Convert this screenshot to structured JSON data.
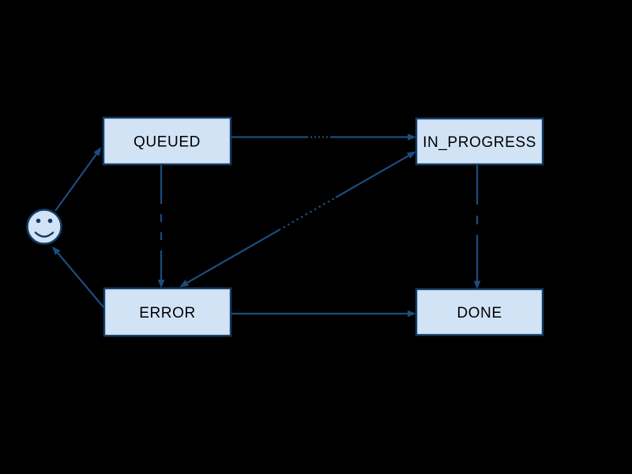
{
  "diagram": {
    "type": "state-machine",
    "background_color": "#000000",
    "colors": {
      "background_color": "#000000",
      "node_fill": "#d2e3f5",
      "node_stroke": "#133d68",
      "edge_color": "#1b4d7e",
      "label_color": "#000000"
    },
    "nodes": [
      {
        "id": "start",
        "shape": "smiley-face",
        "label": ""
      },
      {
        "id": "queued",
        "shape": "rectangle",
        "label": "QUEUED"
      },
      {
        "id": "in_progress",
        "shape": "rectangle",
        "label": "IN_PROGRESS"
      },
      {
        "id": "error",
        "shape": "rectangle",
        "label": "ERROR"
      },
      {
        "id": "done",
        "shape": "rectangle",
        "label": "DONE"
      }
    ],
    "edges": [
      {
        "from": "start",
        "to": "queued",
        "has_obscured_label": false
      },
      {
        "from": "queued",
        "to": "in_progress",
        "has_obscured_label": true
      },
      {
        "from": "queued",
        "to": "error",
        "has_obscured_label": true
      },
      {
        "from": "in_progress",
        "to": "error",
        "bidirectional": true,
        "has_obscured_label": true
      },
      {
        "from": "in_progress",
        "to": "done",
        "has_obscured_label": true
      },
      {
        "from": "error",
        "to": "done",
        "has_obscured_label": false
      },
      {
        "from": "error",
        "to": "start",
        "has_obscured_label": false
      }
    ]
  }
}
